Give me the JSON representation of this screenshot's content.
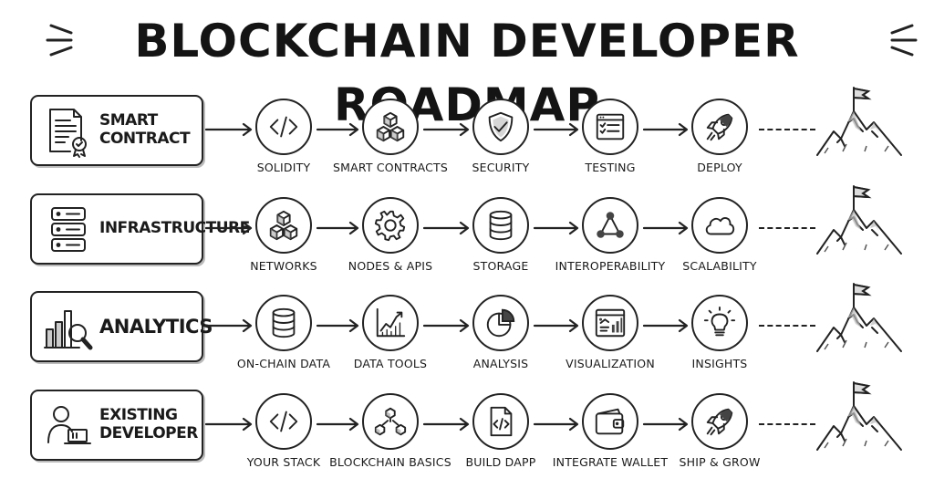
{
  "title": "BLOCKCHAIN DEVELOPER ROADMAP",
  "rows": [
    {
      "category": "SMART\nCONTRACT",
      "category_icon": "contract-certificate-icon",
      "steps": [
        {
          "label": "SOLIDITY",
          "icon": "code-icon"
        },
        {
          "label": "SMART CONTRACTS",
          "icon": "cubes-icon"
        },
        {
          "label": "SECURITY",
          "icon": "shield-check-icon"
        },
        {
          "label": "TESTING",
          "icon": "checklist-window-icon"
        },
        {
          "label": "DEPLOY",
          "icon": "rocket-icon"
        }
      ]
    },
    {
      "category": "INFRASTRUCTURE",
      "category_icon": "server-stack-icon",
      "steps": [
        {
          "label": "NETWORKS",
          "icon": "cubes-icon"
        },
        {
          "label": "NODES & APIS",
          "icon": "gear-icon"
        },
        {
          "label": "STORAGE",
          "icon": "database-icon"
        },
        {
          "label": "INTEROPERABILITY",
          "icon": "network-nodes-icon"
        },
        {
          "label": "SCALABILITY",
          "icon": "cloud-icon"
        }
      ]
    },
    {
      "category": "ANALYTICS",
      "category_icon": "bar-chart-magnifier-icon",
      "steps": [
        {
          "label": "ON-CHAIN DATA",
          "icon": "database-icon"
        },
        {
          "label": "DATA TOOLS",
          "icon": "line-chart-icon"
        },
        {
          "label": "ANALYSIS",
          "icon": "pie-chart-icon"
        },
        {
          "label": "VISUALIZATION",
          "icon": "dashboard-window-icon"
        },
        {
          "label": "INSIGHTS",
          "icon": "lightbulb-icon"
        }
      ]
    },
    {
      "category": "EXISTING\nDEVELOPER",
      "category_icon": "developer-laptop-icon",
      "steps": [
        {
          "label": "YOUR STACK",
          "icon": "code-icon"
        },
        {
          "label": "BLOCKCHAIN BASICS",
          "icon": "linked-blocks-icon"
        },
        {
          "label": "BUILD DAPP",
          "icon": "code-file-icon"
        },
        {
          "label": "INTEGRATE WALLET",
          "icon": "wallet-icon"
        },
        {
          "label": "SHIP & GROW",
          "icon": "rocket-icon"
        }
      ]
    }
  ],
  "goal_icon": "mountain-flag-icon"
}
